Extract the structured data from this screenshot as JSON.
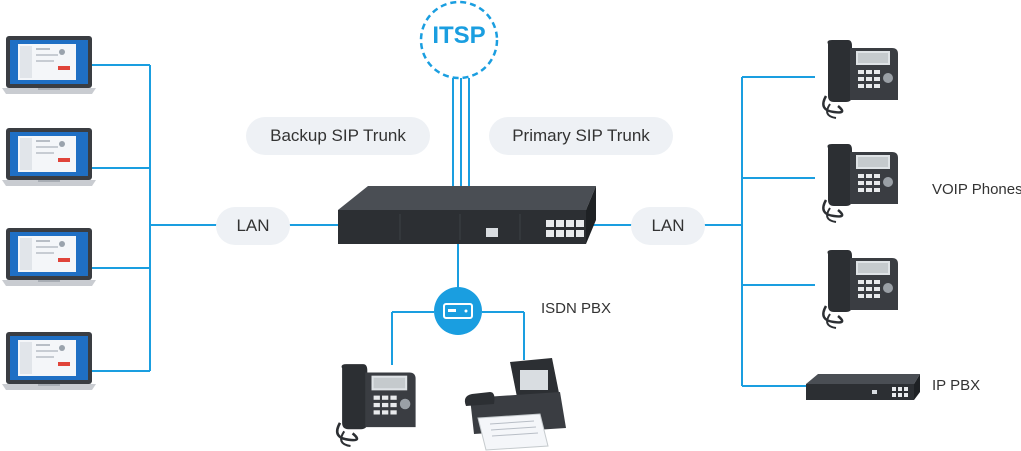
{
  "labels": {
    "itsp": "ITSP",
    "backup_trunk": "Backup SIP Trunk",
    "primary_trunk": "Primary SIP Trunk",
    "lan_left": "LAN",
    "lan_right": "LAN",
    "isdn_pbx": "ISDN PBX",
    "voip_phones": "VOIP Phones",
    "ip_pbx": "IP PBX"
  },
  "colors": {
    "link": "#1a9ee0",
    "pill_bg": "#eef1f5",
    "device_dark": "#2c2f33",
    "text": "#333333"
  },
  "icons": [
    "laptop-icon",
    "desk-phone-icon",
    "gateway-icon",
    "fax-icon",
    "isdn-pbx-icon",
    "cloud-icon"
  ]
}
